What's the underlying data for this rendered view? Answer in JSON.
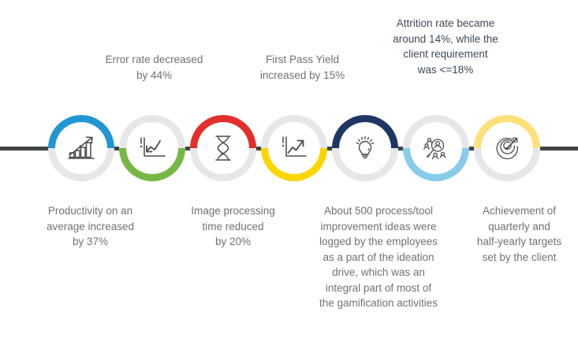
{
  "colors": {
    "rail": "#43444a",
    "ring_gray": "#e6e7e9",
    "inner_white": "#ffffff",
    "blue": "#2196d3",
    "green": "#76b843",
    "red": "#e32f2c",
    "yellow": "#ffd500",
    "navy": "#1f3664",
    "light_blue": "#87cdeb",
    "pale_yellow": "#ffe07a",
    "text_gray": "#6d7278",
    "text_dark": "#3b4a5a",
    "icon_stroke": "#4a4a52"
  },
  "nodes": [
    {
      "id": 1,
      "icon": "bar-chart-growth-arrow-icon",
      "arc_top": "#2196d3",
      "arc_bottom": "#e6e7e9",
      "caption_position": "bottom",
      "caption": "Productivity on an average increased by 37%"
    },
    {
      "id": 2,
      "icon": "line-chart-down-arrow-icon",
      "arc_top": "#e6e7e9",
      "arc_bottom": "#76b843",
      "caption_position": "top",
      "caption": "Error rate decreased by 44%"
    },
    {
      "id": 3,
      "icon": "hourglass-icon",
      "arc_top": "#e32f2c",
      "arc_bottom": "#e6e7e9",
      "caption_position": "bottom",
      "caption": "Image processing time reduced by 20%"
    },
    {
      "id": 4,
      "icon": "line-chart-up-arrow-icon",
      "arc_top": "#e6e7e9",
      "arc_bottom": "#ffd500",
      "caption_position": "top",
      "caption": "First Pass Yield increased by 15%"
    },
    {
      "id": 5,
      "icon": "lightbulb-idea-icon",
      "arc_top": "#1f3664",
      "arc_bottom": "#e6e7e9",
      "caption_position": "top",
      "caption": "Attrition rate became around 14%, while the client requirement was <=18%"
    },
    {
      "id": 6,
      "icon": "people-search-network-icon",
      "arc_top": "#e6e7e9",
      "arc_bottom": "#87cdeb",
      "caption_position": "bottom",
      "caption": "About 500 process/tool improvement ideas were logged by the employees as a part of the ideation drive, which was an integral part of most of the gamification activities"
    },
    {
      "id": 7,
      "icon": "target-dartboard-arrow-icon",
      "arc_top": "#ffe07a",
      "arc_bottom": "#e6e7e9",
      "caption_position": "bottom",
      "caption": "Achievement of quarterly and half-yearly targets set by the client"
    }
  ],
  "captions": {
    "top": [
      {
        "key": "error_rate",
        "lines": [
          "Error rate decreased",
          "by 44%"
        ]
      },
      {
        "key": "first_pass_yield",
        "lines": [
          "First Pass Yield",
          "increased by 15%"
        ]
      },
      {
        "key": "attrition_rate",
        "lines": [
          "Attrition rate became",
          "around 14%, while the",
          "client requirement",
          "was <=18%"
        ]
      }
    ],
    "bottom": [
      {
        "key": "productivity",
        "lines": [
          "Productivity on an",
          "average increased",
          "by 37%"
        ]
      },
      {
        "key": "image_processing",
        "lines": [
          "Image processing",
          "time reduced",
          "by 20%"
        ]
      },
      {
        "key": "ideation",
        "lines": [
          "About 500 process/tool",
          "improvement ideas were",
          "logged by the employees",
          "as a part of the ideation",
          "drive, which was an",
          "integral part of most of",
          "the gamification activities"
        ]
      },
      {
        "key": "targets",
        "lines": [
          "Achievement of",
          "quarterly and",
          "half-yearly targets",
          "set by the client"
        ]
      }
    ]
  }
}
